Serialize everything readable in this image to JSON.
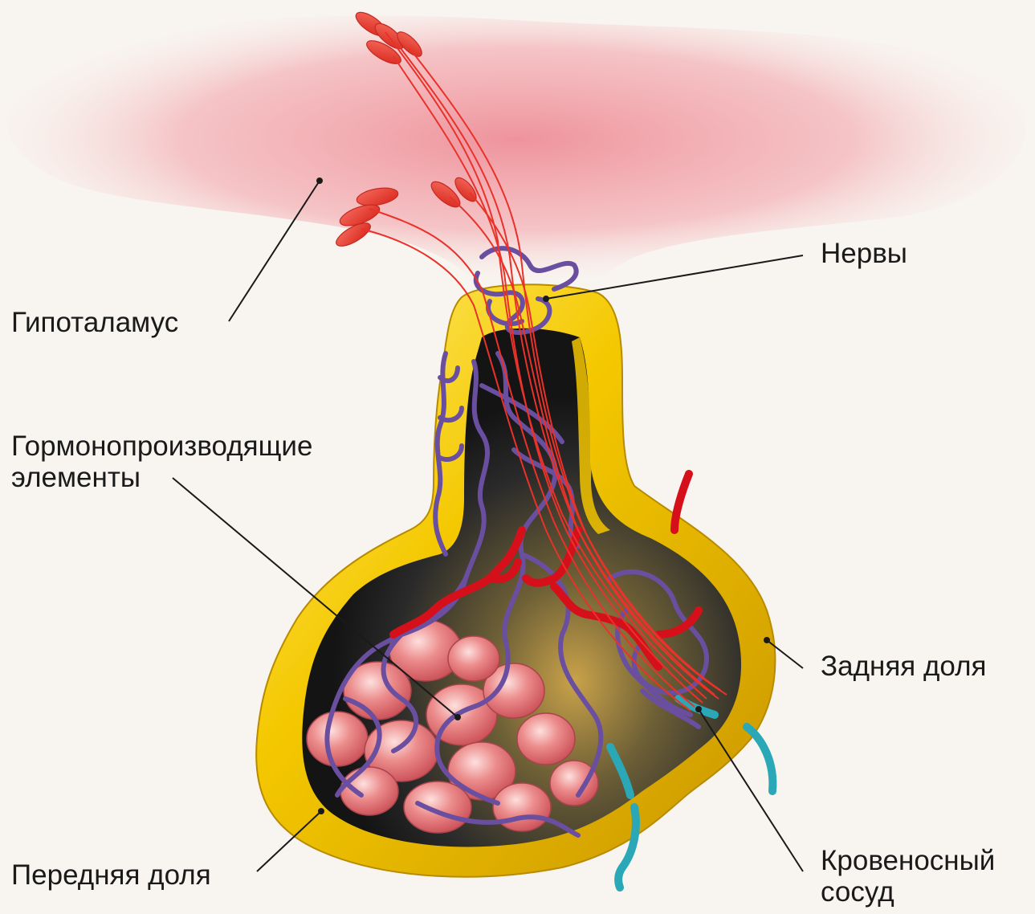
{
  "labels": {
    "hypothalamus": "Гипоталамус",
    "nerves": "Нервы",
    "hormone_line1": "Гормонопроизводящие",
    "hormone_line2": "элементы",
    "posterior_lobe": "Задняя доля",
    "anterior_lobe": "Передняя доля",
    "vessel_line1": "Кровеносный",
    "vessel_line2": "сосуд"
  },
  "colors": {
    "background": "#f8f5f0",
    "hypothalamus": "#f2a0a8",
    "capsule": "#f2c400",
    "interior": "#1f1f1f",
    "nerve": "#e8322a",
    "vessel_purple": "#6a4fa0",
    "artery_red": "#d6101a",
    "vein_teal": "#2aa8b8",
    "cells": "#e8787a"
  }
}
